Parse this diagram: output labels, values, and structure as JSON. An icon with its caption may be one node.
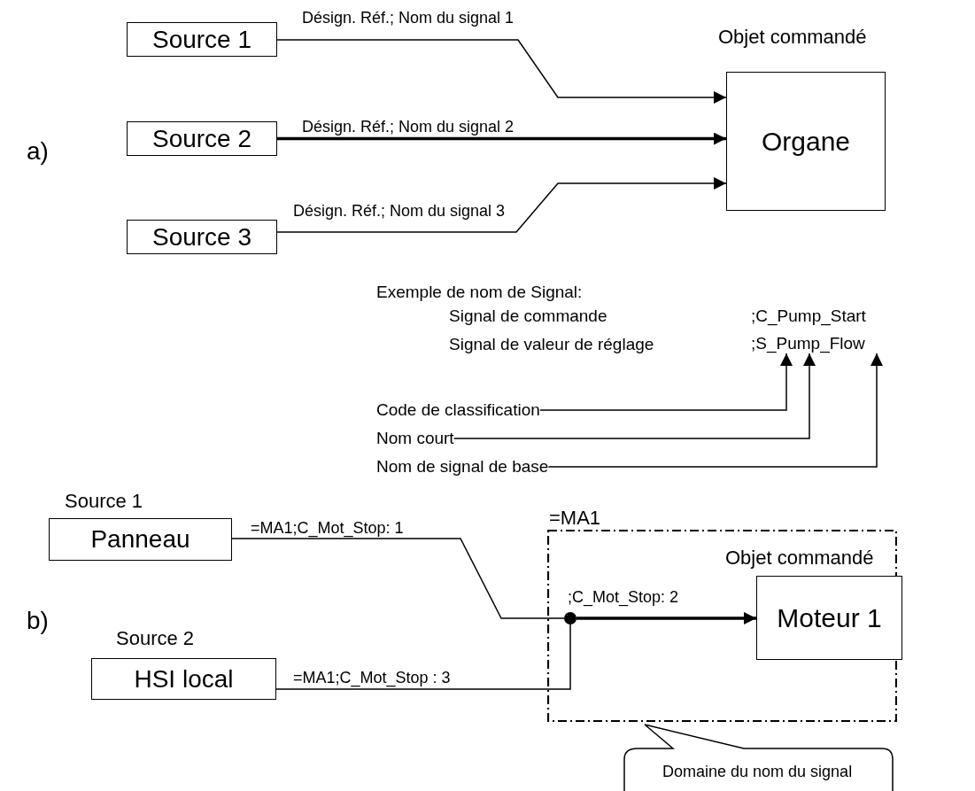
{
  "diagram": {
    "nodes": [
      {
        "text": [
          "Source 1"
        ]
      },
      {
        "text": [
          "Source 2"
        ]
      },
      {
        "text": [
          "Source 3"
        ]
      },
      {
        "text": [
          "Objet commandé",
          "Organe"
        ]
      },
      {
        "text": [
          ";S_Pump_Flow"
        ]
      },
      {
        "text": [
          "Code de classification"
        ]
      },
      {
        "text": [
          "Nom court"
        ]
      },
      {
        "text": [
          "Nom de signal de base"
        ]
      },
      {
        "text": [
          "Source 1",
          "Panneau"
        ]
      },
      {
        "text": [
          "Source 2",
          "HSI local"
        ]
      },
      {
        "text": [
          "=MA1"
        ]
      },
      {
        "text": [
          "Objet commandé",
          "Moteur 1"
        ],
        "in": 10
      },
      {
        "text": [],
        "shape": "circle",
        "in": 10
      },
      {
        "text": [
          "Domaine du nom du signal"
        ]
      }
    ],
    "edges": [
      {
        "from": 0,
        "to": 3,
        "arrow": "to",
        "label": "Désign. Réf.; Nom du signal 1"
      },
      {
        "from": 1,
        "to": 3,
        "arrow": "to",
        "label": "Désign. Réf.; Nom du signal 2",
        "style": "thick"
      },
      {
        "from": 2,
        "to": 3,
        "arrow": "to",
        "label": "Désign. Réf.; Nom du signal 3"
      },
      {
        "from": 5,
        "to": 4,
        "arrow": "to"
      },
      {
        "from": 6,
        "to": 4,
        "arrow": "to"
      },
      {
        "from": 7,
        "to": 4,
        "arrow": "to"
      },
      {
        "from": 8,
        "to": 12,
        "arrow": "none",
        "label": "=MA1;C_Mot_Stop: 1"
      },
      {
        "from": 9,
        "to": 12,
        "arrow": "none",
        "label": "=MA1;C_Mot_Stop : 3"
      },
      {
        "from": 12,
        "to": 11,
        "arrow": "to",
        "label": ";C_Mot_Stop: 2",
        "style": "thick"
      }
    ],
    "labels": [
      "a)",
      "Exemple de nom de Signal:",
      "Signal de commande",
      ";C_Pump_Start",
      "Signal de valeur de réglage",
      "b)"
    ]
  }
}
